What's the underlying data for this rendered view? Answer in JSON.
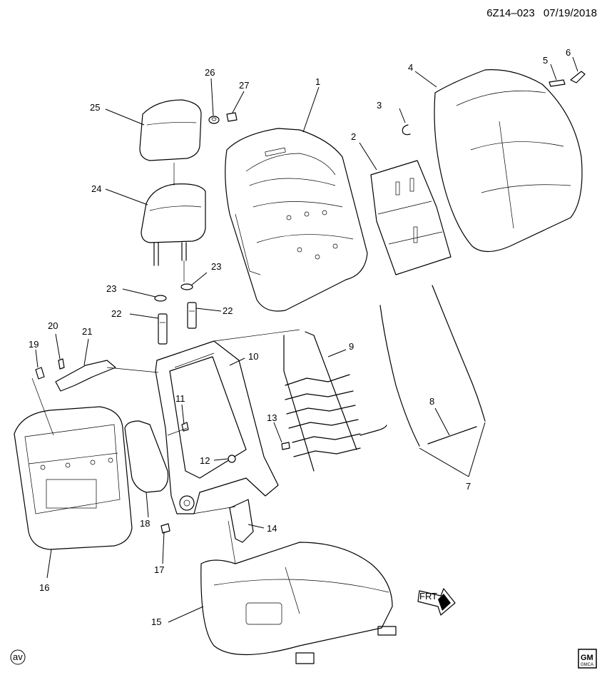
{
  "header": {
    "code": "6Z14–023",
    "date": "07/19/2018"
  },
  "callouts": {
    "c1": "1",
    "c2": "2",
    "c3": "3",
    "c4": "4",
    "c5": "5",
    "c6": "6",
    "c7": "7",
    "c8": "8",
    "c9": "9",
    "c10": "10",
    "c11": "11",
    "c12": "12",
    "c13": "13",
    "c14": "14",
    "c15": "15",
    "c16": "16",
    "c17": "17",
    "c18": "18",
    "c19": "19",
    "c20": "20",
    "c21": "21",
    "c22a": "22",
    "c22b": "22",
    "c23a": "23",
    "c23b": "23",
    "c24": "24",
    "c25": "25",
    "c26": "26",
    "c27": "27"
  },
  "fwd_label": "FRT",
  "av_mark": "av",
  "gm_logo": {
    "top": "GM",
    "bottom": "GMCA"
  }
}
